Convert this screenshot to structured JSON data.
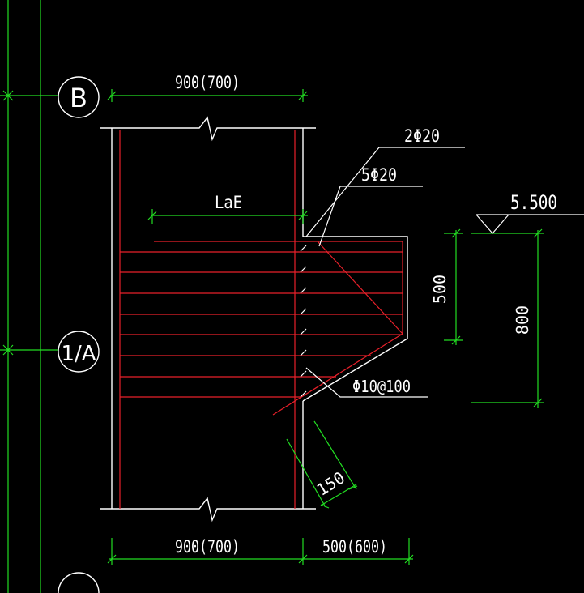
{
  "colors": {
    "background": "#000000",
    "outline": "#ffffff",
    "rebar": "#e8202a",
    "dimension": "#22dd22",
    "text": "#ffffff"
  },
  "axis_labels": {
    "b": "B",
    "one_a": "1/A"
  },
  "dimensions": {
    "top_width": "900(700)",
    "bottom_width": "900(700)",
    "bottom_corbel": "500(600)",
    "lae": "LaE",
    "corbel_depth": "500",
    "total_depth": "800",
    "spacing": "150"
  },
  "rebar_labels": {
    "top_bars": "2Φ20",
    "main_bars": "5Φ20",
    "stirrups": "Φ10@100"
  },
  "elevation": {
    "value": "5.500"
  }
}
